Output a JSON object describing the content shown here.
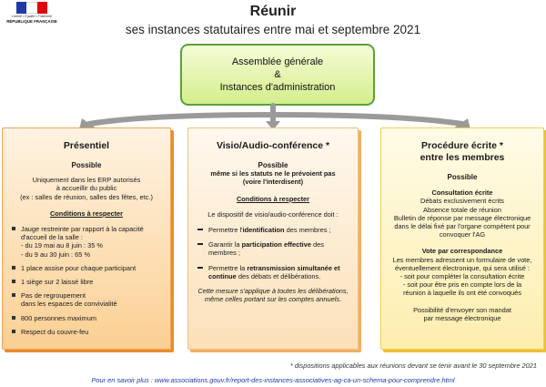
{
  "logo": {
    "motto": "Liberté • Égalité • Fraternité",
    "name": "RÉPUBLIQUE FRANÇAISE"
  },
  "title": "Réunir",
  "subtitle": "ses instances statutaires entre mai et septembre 2021",
  "top_box": {
    "line1": "Assemblée générale",
    "line2": "&",
    "line3": "Instances d'administration"
  },
  "presentiel": {
    "heading": "Présentiel",
    "possible": "Possible",
    "intro1": "Uniquement dans les ERP autorisés",
    "intro2": "à accueillir du public",
    "intro3": "(ex : salles de réunion, salles des fêtes, etc.)",
    "conditions": "Conditions à respecter",
    "items": [
      {
        "l1": "Jauge restreinte par rapport à la capacité",
        "l2": "d'accueil de la salle :",
        "l3": "- du 19 mai au 8 juin : 35 %",
        "l4": "- du 9 au 30 juin : 65 %"
      },
      {
        "l1": "1 place assise pour chaque participant"
      },
      {
        "l1": "1 siège sur 2 laissé libre"
      },
      {
        "l1": "Pas de regroupement",
        "l2": "dans les espaces de convivialité"
      },
      {
        "l1": "800 personnes maximum"
      },
      {
        "l1": "Respect du couvre-feu"
      }
    ]
  },
  "visio": {
    "heading": "Visio/Audio-conférence *",
    "possible": "Possible",
    "note1": "même si les statuts ne le prévoient pas",
    "note2": "(voire l'interdisent)",
    "conditions": "Conditions à respecter",
    "intro": "Le dispositif de visio/audio-conférence doit :",
    "items": [
      {
        "a": "Permettre l'",
        "b": "identification",
        "c": " des membres ;"
      },
      {
        "a": "Garantir la ",
        "b": "participation effective",
        "c": " des membres ;"
      },
      {
        "a": "Permettre la ",
        "b": "retransmission simultanée et continue",
        "c": " des débats et délibérations."
      }
    ],
    "closing1": "Cette mesure s'applique à toutes les délibérations,",
    "closing2": "même celles portant sur les comptes annuels."
  },
  "ecrite": {
    "heading1": "Procédure écrite *",
    "heading2": "entre les membres",
    "possible": "Possible",
    "consult_title": "Consultation écrite",
    "consult_lines": [
      "Débats exclusivement écrits",
      "Absence totale de réunion",
      "Bulletin de réponse par message électronique",
      "dans le délai fixé par l'organe compétent pour",
      "convoquer l'AG"
    ],
    "vote_title": "Vote par correspondance",
    "vote_lines": [
      "Les membres adressent un formulaire de vote,",
      "éventuellement électronique, qui sera utilisé :",
      "- soit pour compléter la consultation écrite",
      "- soit pour être pris en compte lors de la",
      "réunion à laquelle ils ont été convoqués"
    ],
    "closing1": "Possibilité d'envoyer son mandat",
    "closing2": "par message électronique"
  },
  "footnote": "* dispositions applicables aux réunions devant se tenir avant le 30 septembre 2021",
  "footer": "Pour en savoir plus : www.associations.gouv.fr/report-des-instances-associatives-ag-ca-un-schema-pour-comprendre.html",
  "colors": {
    "flag_blue": "#1f3aa6",
    "flag_white": "#ffffff",
    "flag_red": "#e1000f",
    "green_border": "#5aa03a",
    "orange": "#e98c2c",
    "peach": "#edb064",
    "yellow": "#e9c13a",
    "arrow_gray": "#9a9a9a",
    "link_blue": "#1f3aa6"
  }
}
